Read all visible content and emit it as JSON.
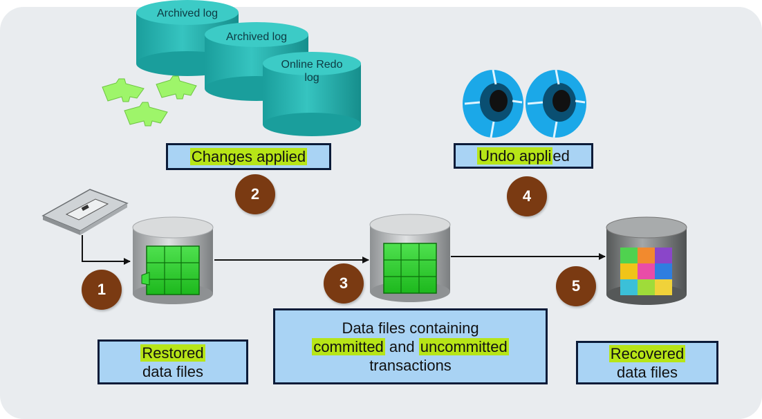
{
  "logs": {
    "archived_log_1": "Archived log",
    "archived_log_2": "Archived log",
    "online_redo_line1": "Online Redo",
    "online_redo_line2": "log"
  },
  "boxes": {
    "changes_applied": {
      "pre": "",
      "hl": "Changes applied",
      "post": ""
    },
    "undo_applied": {
      "pre": "",
      "hl": "Undo appli",
      "post": "ed"
    },
    "restored": {
      "hl": "Restored",
      "line2": "data files"
    },
    "data_files": {
      "line1": "Data files containing",
      "line2_hl1": "committed",
      "line2_mid": " and ",
      "line2_hl2": "uncommitted",
      "line3": "transactions"
    },
    "recovered": {
      "hl": "Recovered",
      "line2": "data files"
    }
  },
  "steps": [
    "1",
    "2",
    "3",
    "4",
    "5"
  ],
  "colors": {
    "panel": "#e9ecef",
    "log_cylinder": "#2fbcb8",
    "box_fill": "#a9d3f4",
    "highlight": "#b7e517",
    "step_circle": "#7a3a12",
    "puzzle_green": "#2fd22f",
    "undo_disk": "#1ba8e8"
  },
  "icons": [
    "tape-drive-icon",
    "puzzle-pieces-icon",
    "undo-disk-icon",
    "database-cylinder-icon"
  ]
}
